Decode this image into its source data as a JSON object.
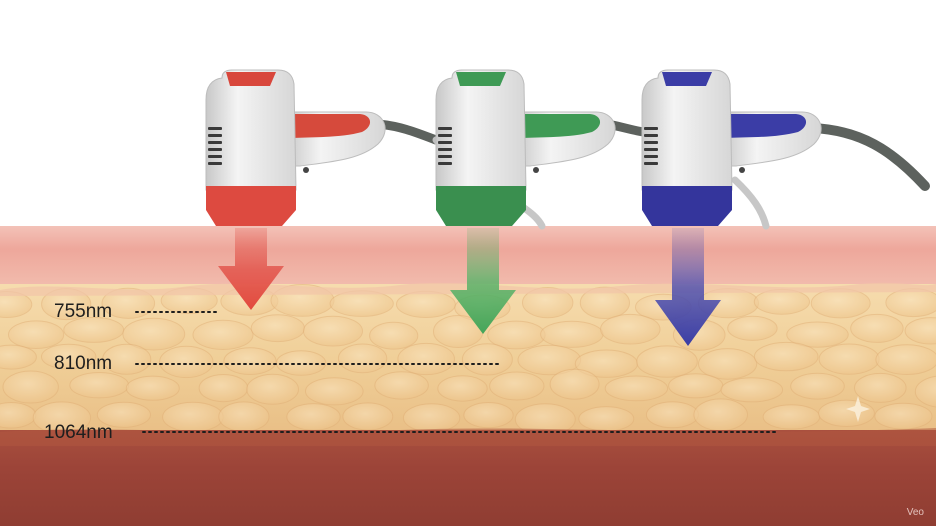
{
  "depth_labels": {
    "nm755": "755nm",
    "nm810": "810nm",
    "nm1064": "1064nm"
  },
  "handpieces": [
    {
      "name": "red-handpiece",
      "color": "#d9443a"
    },
    {
      "name": "green-handpiece",
      "color": "#3f9a55"
    },
    {
      "name": "blue-handpiece",
      "color": "#34359c"
    }
  ],
  "layers": {
    "epidermis_color": "#efb0a6",
    "fat_color": "#f0cf98",
    "muscle_color": "#9c4438"
  },
  "watermark": "Veo"
}
